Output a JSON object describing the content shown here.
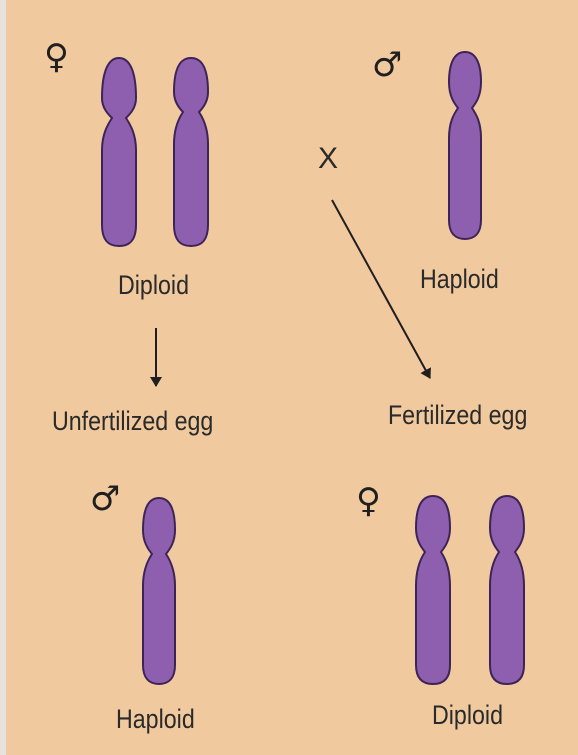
{
  "background_color": "#f0c99e",
  "chromosome_color": "#8e5fae",
  "outline_color": "#3d2456",
  "top_left": {
    "symbol": "♀",
    "label": "Diploid"
  },
  "top_right": {
    "symbol": "♂",
    "label": "Haploid"
  },
  "cross": "X",
  "middle_left": "Unfertilized egg",
  "middle_right": "Fertilized egg",
  "bottom_left": {
    "symbol": "♂",
    "label": "Haploid"
  },
  "bottom_right": {
    "symbol": "♀",
    "label": "Diploid"
  }
}
